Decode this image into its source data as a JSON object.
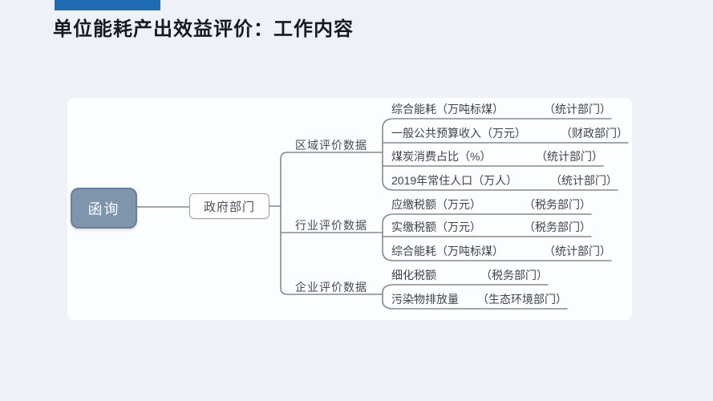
{
  "slide": {
    "title": "单位能耗产出效益评价：工作内容"
  },
  "diagram": {
    "root_label": "函询",
    "hub_label": "政府部门",
    "branches": [
      {
        "label": "区域评价数据",
        "leaves": [
          {
            "name": "综合能耗（万吨标煤）",
            "dept": "（统计部门）"
          },
          {
            "name": "一般公共预算收入（万元）",
            "dept": "（财政部门）"
          },
          {
            "name": "煤炭消费占比（%）",
            "dept": "（统计部门）"
          },
          {
            "name": "2019年常住人口（万人）",
            "dept": "（统计部门）"
          }
        ]
      },
      {
        "label": "行业评价数据",
        "leaves": [
          {
            "name": "应缴税额（万元）",
            "dept": "（税务部门）"
          },
          {
            "name": "实缴税额（万元）",
            "dept": "（税务部门）"
          },
          {
            "name": "综合能耗（万吨标煤）",
            "dept": "（统计部门）"
          }
        ]
      },
      {
        "label": "企业评价数据",
        "leaves": [
          {
            "name": "细化税额",
            "dept": "（税务部门）"
          },
          {
            "name": "污染物排放量",
            "dept": "（生态环境部门）"
          }
        ]
      }
    ]
  },
  "colors": {
    "accent_bar": "#1f6cb2",
    "root_fill": "#7e95ac",
    "connector_line": "#85898e",
    "background": "#eef1f5"
  }
}
